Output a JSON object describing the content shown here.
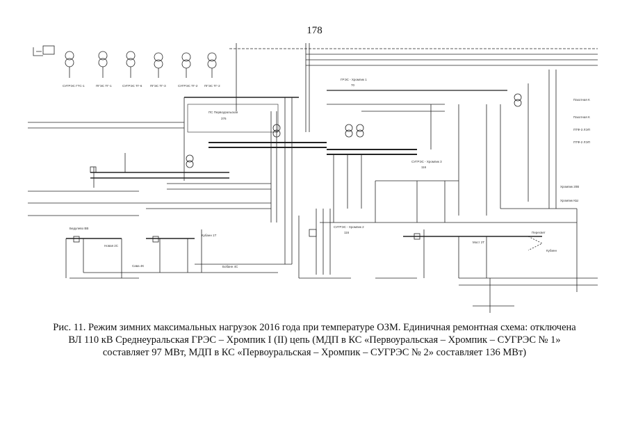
{
  "page_number": "178",
  "schema": {
    "substations": [
      {
        "id": "ps-pervouralskaya",
        "label": "ПС Первоуральская",
        "code": "376"
      },
      {
        "id": "ps-sugres-khromipk1",
        "label": "ГРЭС - Хромпик 1",
        "code": "70"
      },
      {
        "id": "ps-sugres-khromipk2",
        "label": "СУГРЭС - Хромпик 2",
        "code": "116"
      },
      {
        "id": "ps-sugres-khromipk3",
        "label": "СУГРЭС - Хромпик 3",
        "code": "116"
      }
    ],
    "top_generators": [
      {
        "label": "СУГРЭС ГТС-1"
      },
      {
        "label": "ПГЭС ТГ-1"
      },
      {
        "label": "СУГРЭС ТГ-6"
      },
      {
        "label": "ПГЭС ТГ-3"
      },
      {
        "label": "СУГРЭС ТГ-2"
      },
      {
        "label": "ПГЭС ТГ-2"
      }
    ],
    "right_nodes": [
      {
        "label": "Пахотная К"
      },
      {
        "label": "Пахотная К"
      },
      {
        "label": "ПТФ-3 ЛЭП"
      },
      {
        "label": "ПТФ-2 ЛЭП"
      },
      {
        "label": "Хромпик 20В"
      },
      {
        "label": "Хромпик КШ"
      }
    ],
    "lower_labels": [
      {
        "label": "Бедулево ВВ"
      },
      {
        "label": "Новая 2С"
      },
      {
        "label": "Сава 4К"
      },
      {
        "label": "Кубанн 1Т"
      },
      {
        "label": "Бобанн 4С"
      },
      {
        "label": "Мост 2Т"
      },
      {
        "label": "Пересвет"
      },
      {
        "label": "Кубинн"
      }
    ]
  },
  "caption": {
    "line1": "Рис. 11. Режим зимних максимальных нагрузок 2016 года при температуре ОЗМ. Единичная ремонтная схема: отключена",
    "line2": "ВЛ 110 кВ Среднеуральская ГРЭС – Хромпик I (II) цепь (МДП в КС «Первоуральская – Хромпик – СУГРЭС № 1»",
    "line3": "составляет 97 МВт, МДП в КС «Первоуральская – Хромпик – СУГРЭС № 2» составляет 136 МВт)"
  }
}
